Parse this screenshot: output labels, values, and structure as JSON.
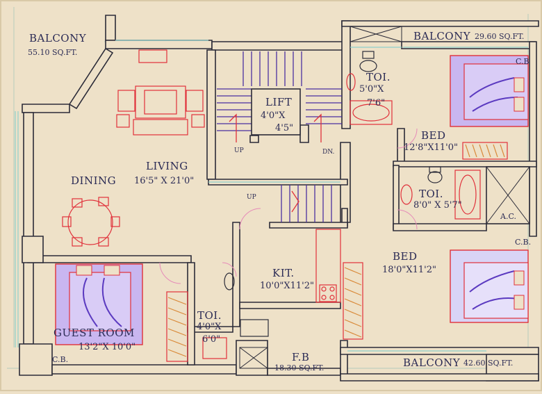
{
  "labels": {
    "balcony_left": "BALCONY",
    "balcony_left_area": "55.10 SQ.FT.",
    "balcony_top": "BALCONY",
    "balcony_top_area": "29.60 SQ.FT.",
    "lift": "LIFT",
    "lift_dim1": "4'0\"X",
    "lift_dim2": "4'5\"",
    "toi1": "TOI.",
    "toi1_dim1": "5'0\"X",
    "toi1_dim2": "7'6\"",
    "cb_top": "C.B",
    "bed1": "BED",
    "bed1_dim": "12'8\"X11'0\"",
    "living": "LIVING",
    "living_dim": "16'5\" X 21'0\"",
    "dining": "DINING",
    "up1": "UP",
    "dn": "DN.",
    "up2": "UP",
    "toi2": "TOI.",
    "toi2_dim": "8'0\" X 5'7\"",
    "ac": "A.C.",
    "cb_mid": "C.B.",
    "bed2": "BED",
    "bed2_dim": "18'0\"X11'2\"",
    "kit": "KIT.",
    "kit_dim": "10'0\"X11'2\"",
    "guest": "GUEST ROOM",
    "guest_dim": "13'2\"X 10'0\"",
    "toi3": "TOI.",
    "toi3_dim1": "4'0\"X",
    "toi3_dim2": "6'0\"",
    "cb_bottom": "C.B.",
    "fb": "F.B",
    "fb_area": "18.30 SQ.FT.",
    "balcony_bottom": "BALCONY",
    "balcony_bottom_area": "42.60 SQ.FT."
  },
  "colors": {
    "background": "#eee1c8",
    "wall": "#2b2b38",
    "furniture": "#e0303a",
    "stairs": "#4a2fa0",
    "text": "#2b2b55",
    "bed_fill": "#c9b6f0",
    "wardrobe": "#d98a3a",
    "glass": "#8fd0cc"
  }
}
